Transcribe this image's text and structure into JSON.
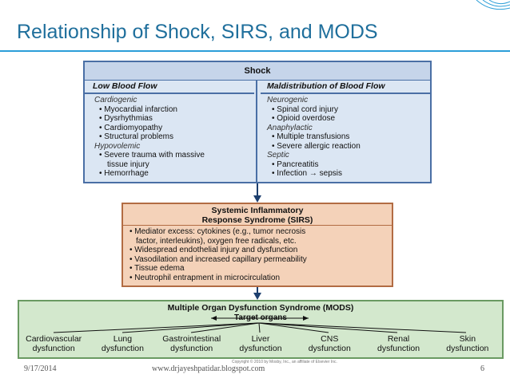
{
  "slide": {
    "title": "Relationship of Shock, SIRS, and MODS",
    "date": "9/17/2014",
    "url": "www.drjayeshpatidar.blogspot.com",
    "page_number": "6",
    "copyright": "Copyright © 2010 by Mosby, Inc., an affiliate of Elsevier Inc.",
    "accent_color": "#2b9ed8",
    "title_color": "#1f6f9c"
  },
  "shock": {
    "header": "Shock",
    "left": {
      "heading": "Low Blood Flow",
      "groups": [
        {
          "name": "Cardiogenic",
          "items": [
            "• Myocardial infarction",
            "• Dysrhythmias",
            "• Cardiomyopathy",
            "• Structural problems"
          ]
        },
        {
          "name": "Hypovolemic",
          "items": [
            "• Severe trauma with massive",
            "tissue injury",
            "• Hemorrhage"
          ]
        }
      ]
    },
    "right": {
      "heading": "Maldistribution of Blood Flow",
      "groups": [
        {
          "name": "Neurogenic",
          "items": [
            "• Spinal cord injury",
            "• Opioid overdose"
          ]
        },
        {
          "name": "Anaphylactic",
          "items": [
            "• Multiple transfusions",
            "• Severe allergic reaction"
          ]
        },
        {
          "name": "Septic",
          "items": [
            "• Pancreatitis",
            "• Infection → sepsis"
          ]
        }
      ]
    }
  },
  "sirs": {
    "header_line1": "Systemic Inflammatory",
    "header_line2": "Response Syndrome (SIRS)",
    "items": [
      "• Mediator excess: cytokines (e.g., tumor necrosis",
      "factor, interleukins), oxygen free radicals, etc.",
      "• Widespread endothelial injury and dysfunction",
      "• Vasodilation and increased capillary permeability",
      "• Tissue edema",
      "• Neutrophil entrapment in microcirculation"
    ]
  },
  "mods": {
    "header": "Multiple Organ Dysfunction Syndrome (MODS)",
    "subheader": "Target organs",
    "organs": [
      {
        "line1": "Cardiovascular",
        "line2": "dysfunction"
      },
      {
        "line1": "Lung",
        "line2": "dysfunction"
      },
      {
        "line1": "Gastrointestinal",
        "line2": "dysfunction"
      },
      {
        "line1": "Liver",
        "line2": "dysfunction"
      },
      {
        "line1": "CNS",
        "line2": "dysfunction"
      },
      {
        "line1": "Renal",
        "line2": "dysfunction"
      },
      {
        "line1": "Skin",
        "line2": "dysfunction"
      }
    ]
  }
}
